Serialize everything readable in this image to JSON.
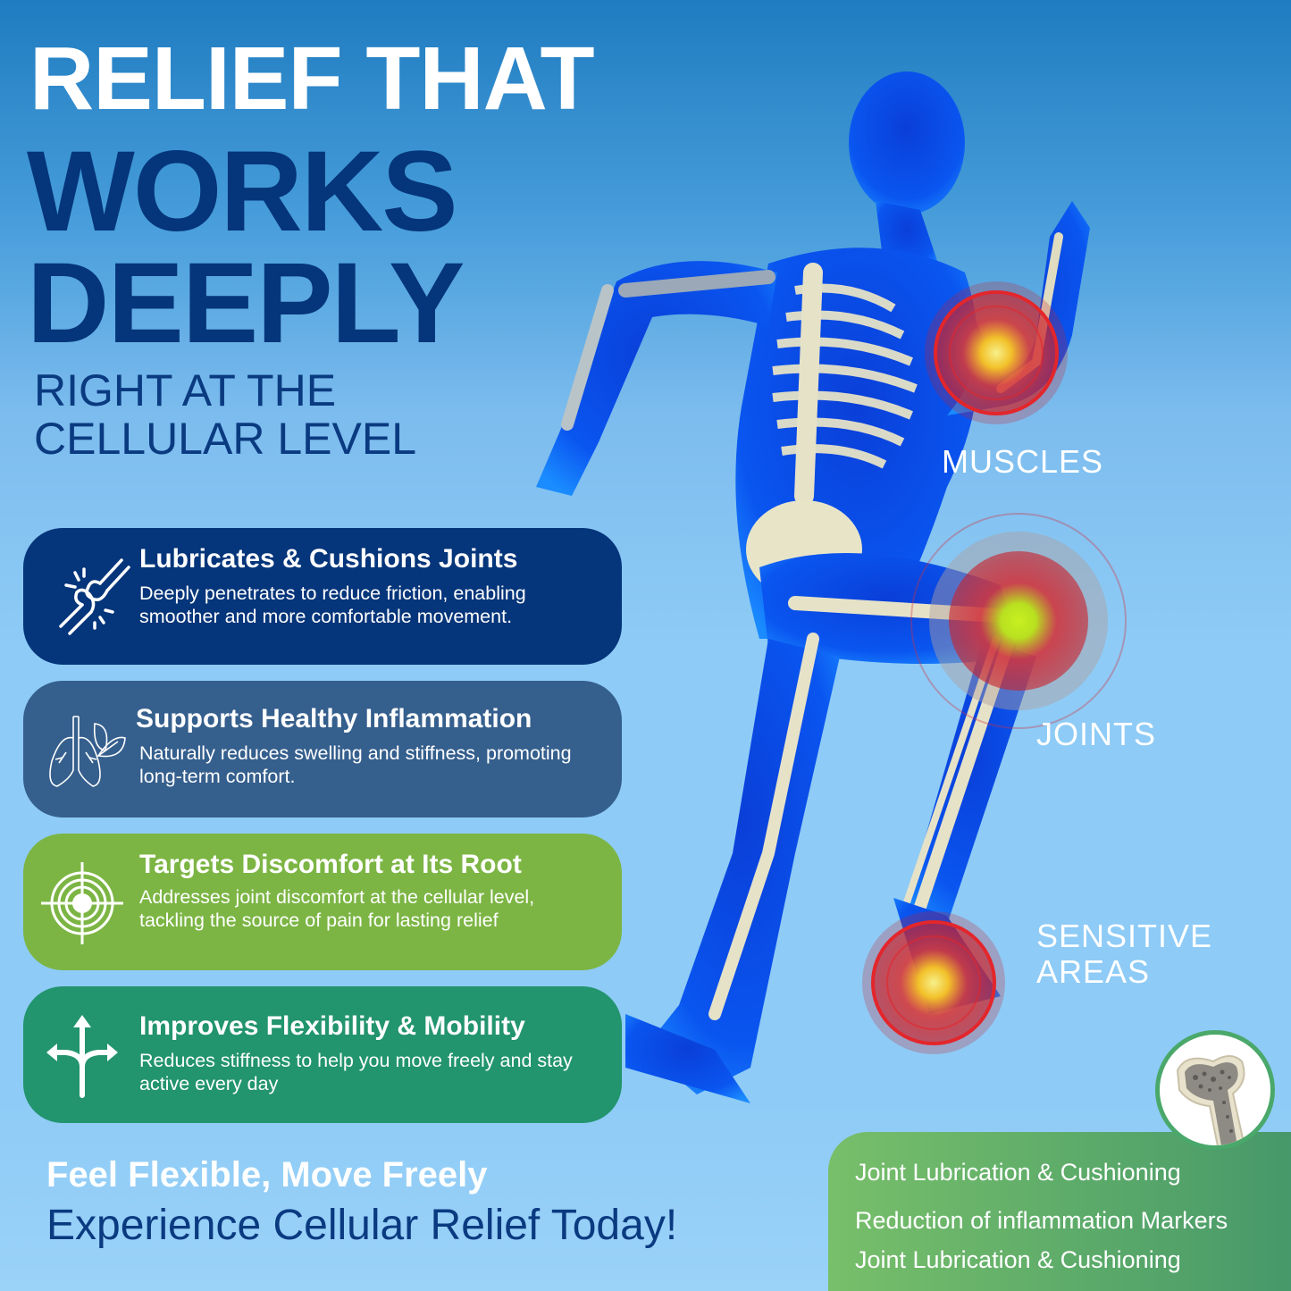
{
  "headline": {
    "line1": "RELIEF THAT",
    "line2": "WORKS",
    "line3": "DEEPLY",
    "sub_line1": "RIGHT AT THE",
    "sub_line2": "CELLULAR LEVEL"
  },
  "features": [
    {
      "icon": "joint-icon",
      "title": "Lubricates & Cushions Joints",
      "description": "Deeply penetrates to reduce friction, enabling smoother and more comfortable movement.",
      "color": "#05357a"
    },
    {
      "icon": "lungs-leaf-icon",
      "title": "Supports Healthy Inflammation",
      "description": "Naturally reduces swelling and stiffness, promoting long-term comfort.",
      "color": "#355f8d"
    },
    {
      "icon": "target-icon",
      "title": "Targets Discomfort at Its Root",
      "description": "Addresses joint discomfort at the cellular level, tackling the source of pain for lasting relief",
      "color": "#7cb544"
    },
    {
      "icon": "split-arrows-icon",
      "title": "Improves Flexibility & Mobility",
      "description": "Reduces stiffness to help you move freely and stay active every day",
      "color": "#22946e"
    }
  ],
  "body_labels": {
    "muscles": "MUSCLES",
    "joints": "JOINTS",
    "sensitive_line1": "SENSITIVE",
    "sensitive_line2": "AREAS"
  },
  "footer": {
    "tagline": "Feel Flexible, Move Freely",
    "cta": "Experience Cellular Relief Today!"
  },
  "benefits_panel": {
    "icon": "bone-cross-section-icon",
    "items": [
      "Joint Lubrication & Cushioning",
      "Reduction of inflammation Markers",
      "Joint Lubrication & Cushioning"
    ]
  },
  "colors": {
    "navy": "#05357a",
    "steel_blue": "#355f8d",
    "lime_green": "#7cb544",
    "teal_green": "#22946e",
    "pain_red": "#e3262b",
    "background_light": "#8ecbf6"
  }
}
